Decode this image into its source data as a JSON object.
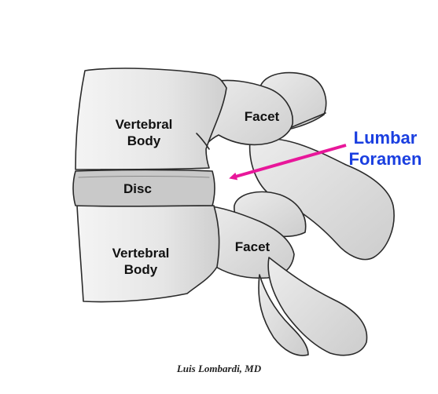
{
  "labels": {
    "upper_body_line1": "Vertebral",
    "upper_body_line2": "Body",
    "upper_facet": "Facet",
    "disc": "Disc",
    "lower_body_line1": "Vertebral",
    "lower_body_line2": "Body",
    "lower_facet": "Facet"
  },
  "callout": {
    "line1": "Lumbar",
    "line2": "Foramen"
  },
  "credit": "Luis Lombardi, MD",
  "colors": {
    "callout_text": "#1a3fe0",
    "arrow": "#e8179a",
    "outline": "#2a2a2a",
    "bone_fill": "#e4e4e4",
    "disc_fill": "#c9c9c9"
  }
}
